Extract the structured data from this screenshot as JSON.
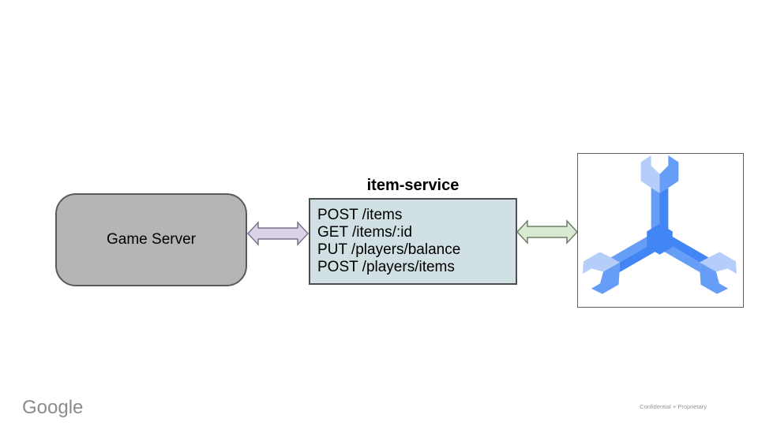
{
  "diagram": {
    "game_server": {
      "label": "Game Server",
      "fill": "#b5b5b5",
      "border": "#5a5a5a"
    },
    "item_service": {
      "title": "item-service",
      "endpoints": [
        "POST /items",
        "GET /items/:id",
        "PUT /players/balance",
        "POST /players/items"
      ],
      "fill": "#d0e0e3",
      "border": "#4d4d4d"
    },
    "database": {
      "icon": "cloud-spanner-icon",
      "border": "#5f5f5f",
      "icon_colors": {
        "light": "#b5cdf9",
        "medium": "#669df6",
        "dark": "#4285f4"
      }
    },
    "connectors": [
      {
        "name": "game-to-service",
        "fill": "#d9d2e9",
        "stroke": "#7b7389"
      },
      {
        "name": "service-to-database",
        "fill": "#d9ead3",
        "stroke": "#6e7d68"
      }
    ]
  },
  "footer": {
    "brand": "Google",
    "note": "Confidential + Proprietary"
  }
}
